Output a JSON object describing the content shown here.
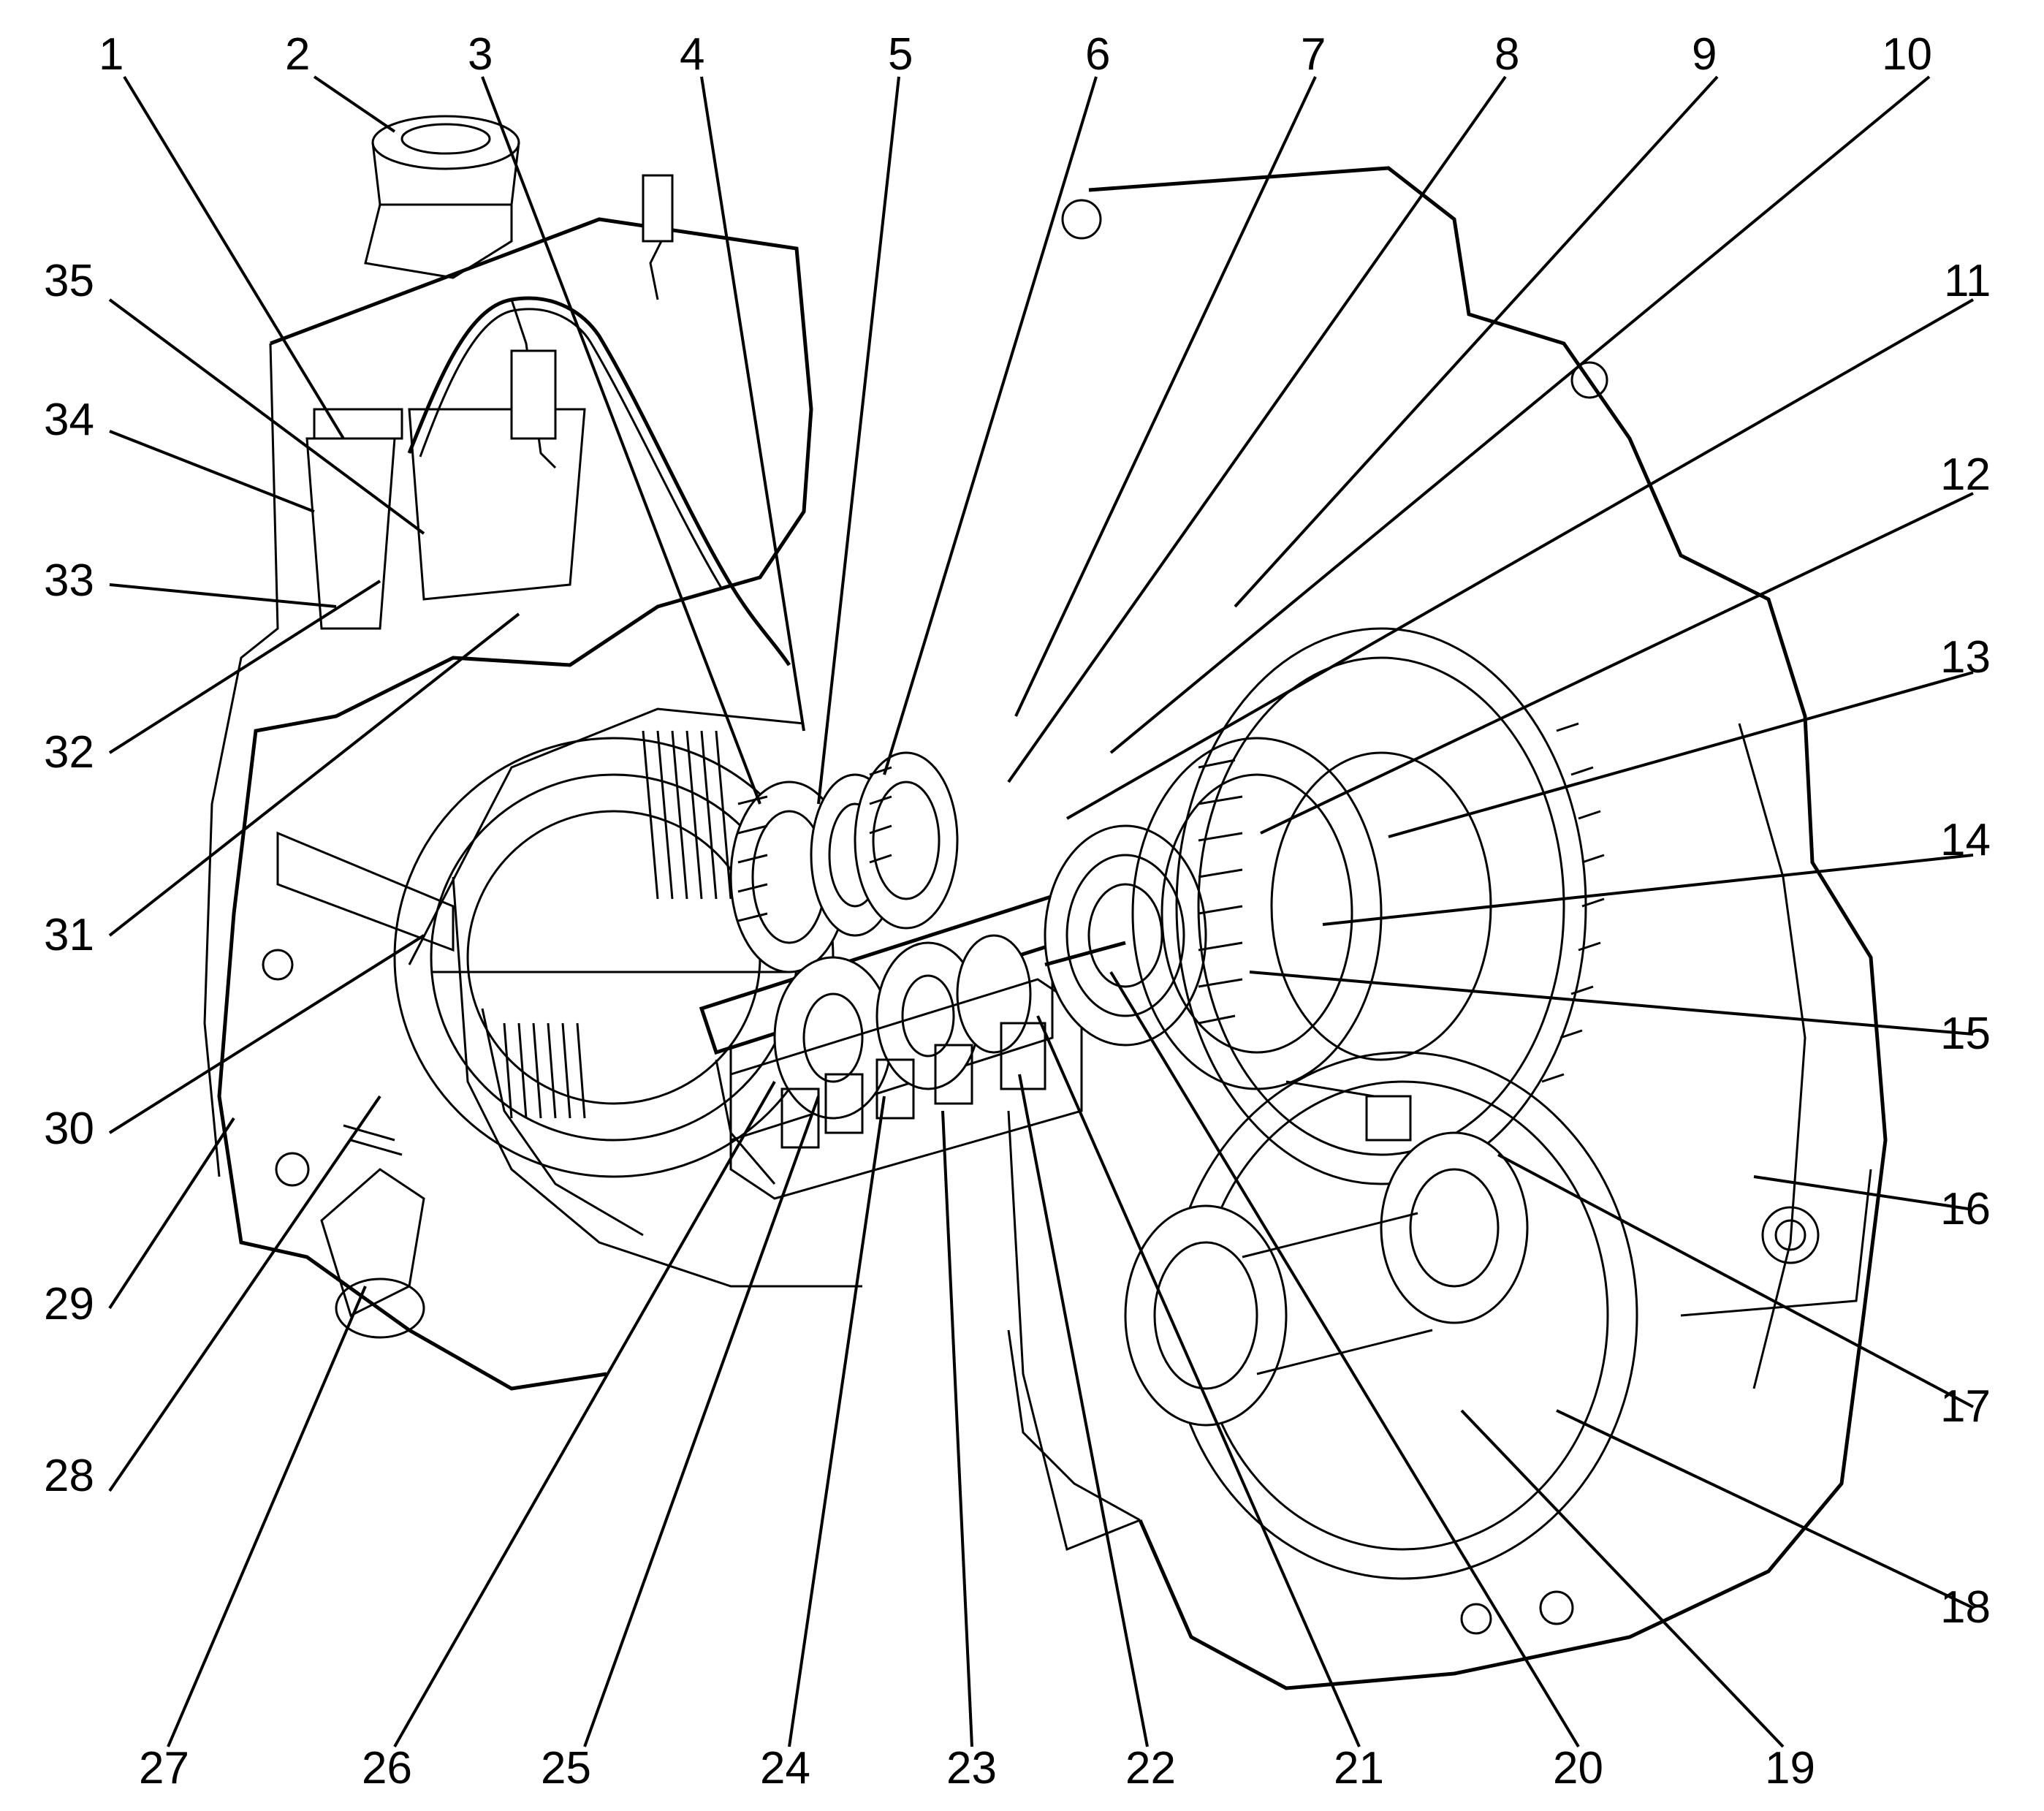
{
  "figure": {
    "callouts": [
      {
        "id": 1,
        "label": "1"
      },
      {
        "id": 2,
        "label": "2"
      },
      {
        "id": 3,
        "label": "3"
      },
      {
        "id": 4,
        "label": "4"
      },
      {
        "id": 5,
        "label": "5"
      },
      {
        "id": 6,
        "label": "6"
      },
      {
        "id": 7,
        "label": "7"
      },
      {
        "id": 8,
        "label": "8"
      },
      {
        "id": 9,
        "label": "9"
      },
      {
        "id": 10,
        "label": "10"
      },
      {
        "id": 11,
        "label": "11"
      },
      {
        "id": 12,
        "label": "12"
      },
      {
        "id": 13,
        "label": "13"
      },
      {
        "id": 14,
        "label": "14"
      },
      {
        "id": 15,
        "label": "15"
      },
      {
        "id": 16,
        "label": "16"
      },
      {
        "id": 17,
        "label": "17"
      },
      {
        "id": 18,
        "label": "18"
      },
      {
        "id": 19,
        "label": "19"
      },
      {
        "id": 20,
        "label": "20"
      },
      {
        "id": 21,
        "label": "21"
      },
      {
        "id": 22,
        "label": "22"
      },
      {
        "id": 23,
        "label": "23"
      },
      {
        "id": 24,
        "label": "24"
      },
      {
        "id": 25,
        "label": "25"
      },
      {
        "id": 26,
        "label": "26"
      },
      {
        "id": 27,
        "label": "27"
      },
      {
        "id": 28,
        "label": "28"
      },
      {
        "id": 29,
        "label": "29"
      },
      {
        "id": 30,
        "label": "30"
      },
      {
        "id": 31,
        "label": "31"
      },
      {
        "id": 32,
        "label": "32"
      },
      {
        "id": 33,
        "label": "33"
      },
      {
        "id": 34,
        "label": "34"
      },
      {
        "id": 35,
        "label": "35"
      }
    ]
  }
}
